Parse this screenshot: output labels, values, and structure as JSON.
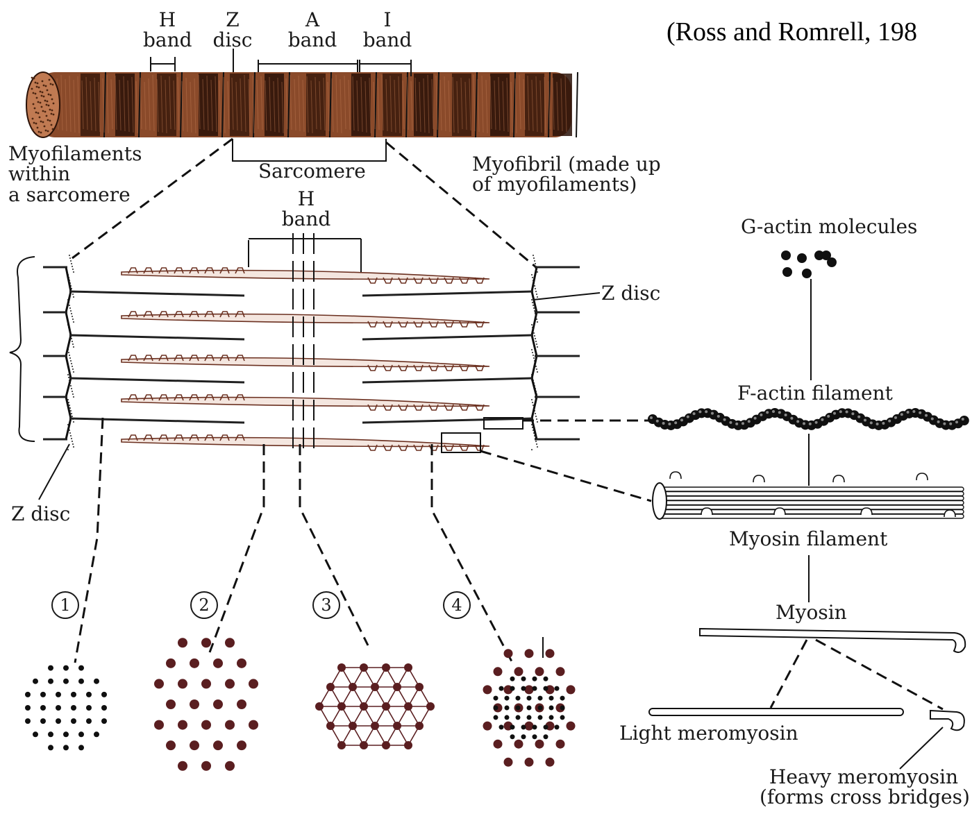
{
  "citation": "(Ross and Romrell, 198",
  "top_labels": {
    "h_band": "H\nband",
    "z_disc": "Z\ndisc",
    "a_band": "A\nband",
    "i_band": "I\nband"
  },
  "sarcomere": "Sarcomere",
  "myofilaments_within": "Myofilaments\nwithin\na sarcomere",
  "myofibril": "Myofibril (made up\nof myofilaments)",
  "h_band_mid": "H\nband",
  "z_disc_right": "Z disc",
  "z_disc_left": "Z disc",
  "g_actin": "G-actin molecules",
  "f_actin": "F-actin filament",
  "myosin_filament": "Myosin filament",
  "myosin": "Myosin",
  "light_meromyosin": "Light meromyosin",
  "heavy_meromyosin": "Heavy meromyosin\n(forms cross bridges)",
  "cross_sections": [
    "1",
    "2",
    "3",
    "4"
  ],
  "colors": {
    "myofibril_base": "#8a4a2a",
    "myofibril_dark": "#2a1208",
    "myofibril_light": "#c07a52",
    "thick_filament": "#f4e6df",
    "thick_outline": "#6b3020",
    "thin_filament": "#202020",
    "myosin_dot": "#5a1e20",
    "actin_dot": "#101010"
  }
}
